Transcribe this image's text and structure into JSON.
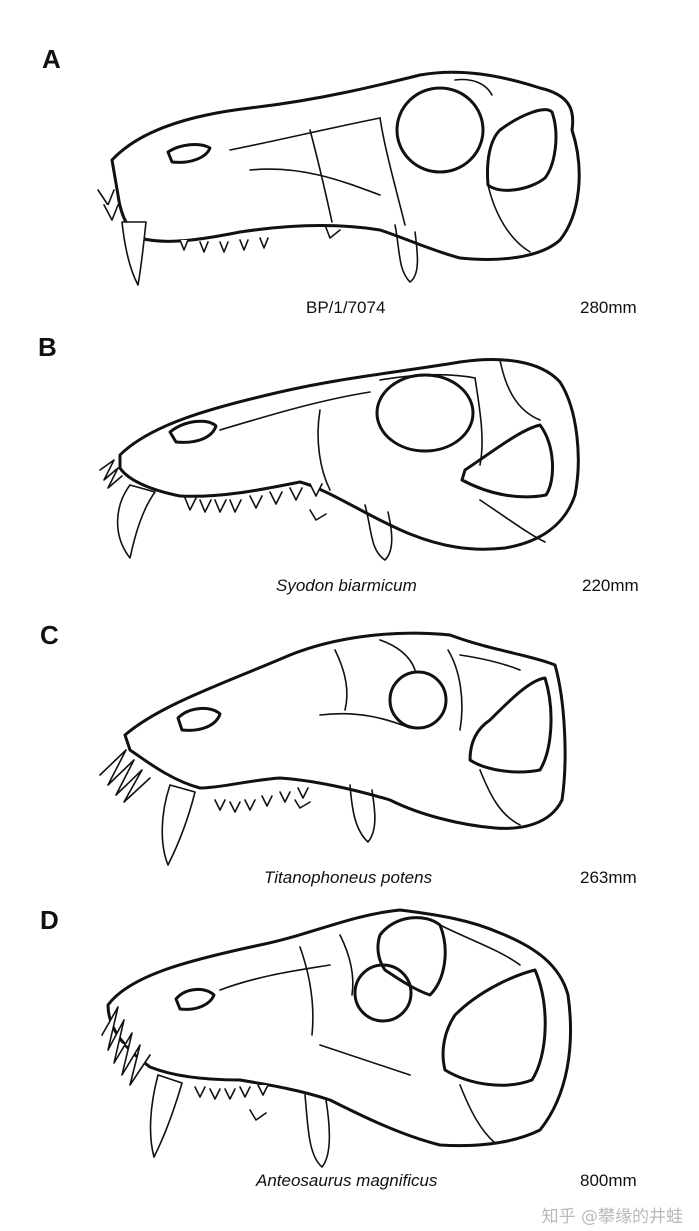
{
  "panels": [
    {
      "letter": "A",
      "specimen": "BP/1/7074",
      "size": "280mm"
    },
    {
      "letter": "B",
      "specimen": "Syodon biarmicum",
      "size": "220mm"
    },
    {
      "letter": "C",
      "specimen": "Titanophoneus potens",
      "size": "263mm"
    },
    {
      "letter": "D",
      "specimen": "Anteosaurus magnificus",
      "size": "800mm"
    }
  ],
  "watermark": "知乎 @攀缘的井蛙"
}
